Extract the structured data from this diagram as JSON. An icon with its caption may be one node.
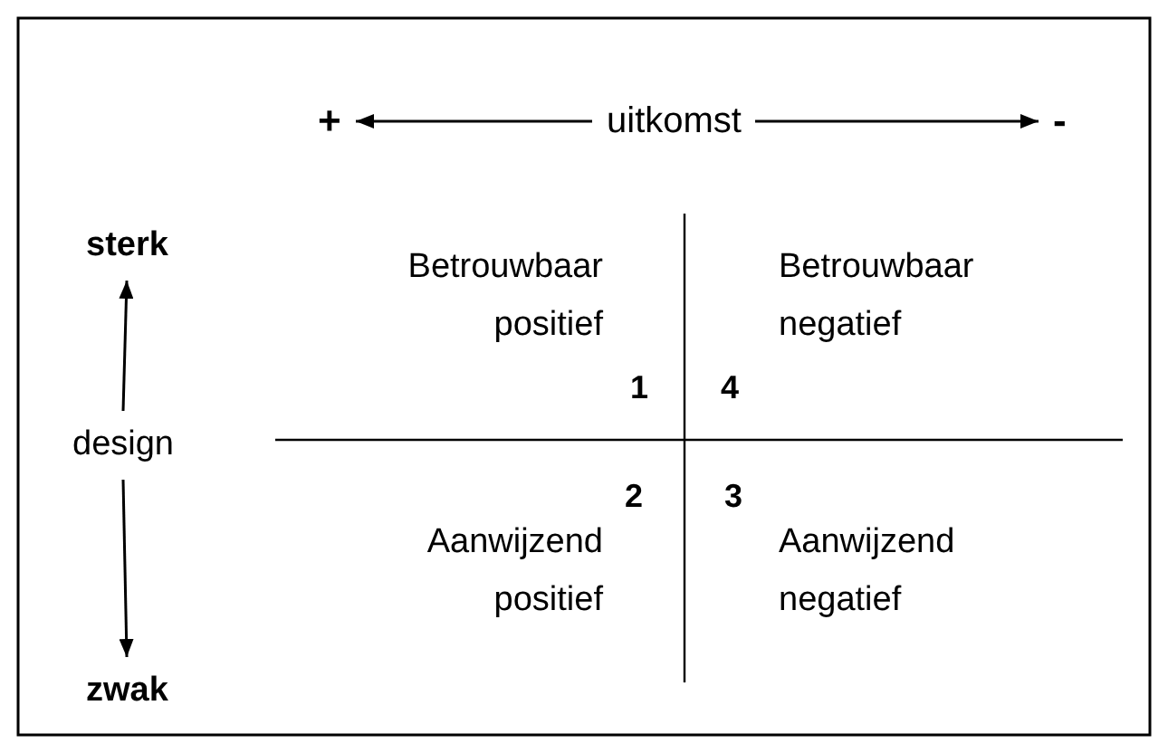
{
  "diagram": {
    "nodes": [
      {
        "text": [
          "+"
        ]
      },
      {
        "text": [
          "uitkomst"
        ]
      },
      {
        "text": [
          "-"
        ]
      },
      {
        "text": [
          "sterk"
        ]
      },
      {
        "text": [
          "design"
        ]
      },
      {
        "text": [
          "zwak"
        ]
      }
    ],
    "edges": [
      {
        "from": 1,
        "to": 0,
        "arrow": "to"
      },
      {
        "from": 1,
        "to": 2,
        "arrow": "to"
      },
      {
        "from": 4,
        "to": 3,
        "arrow": "to"
      },
      {
        "from": 4,
        "to": 5,
        "arrow": "to"
      }
    ],
    "labels": [
      "Betrouwbaar positief",
      "Betrouwbaar negatief",
      "1",
      "4",
      "2",
      "3",
      "Aanwijzend positief",
      "Aanwijzend negatief"
    ]
  }
}
